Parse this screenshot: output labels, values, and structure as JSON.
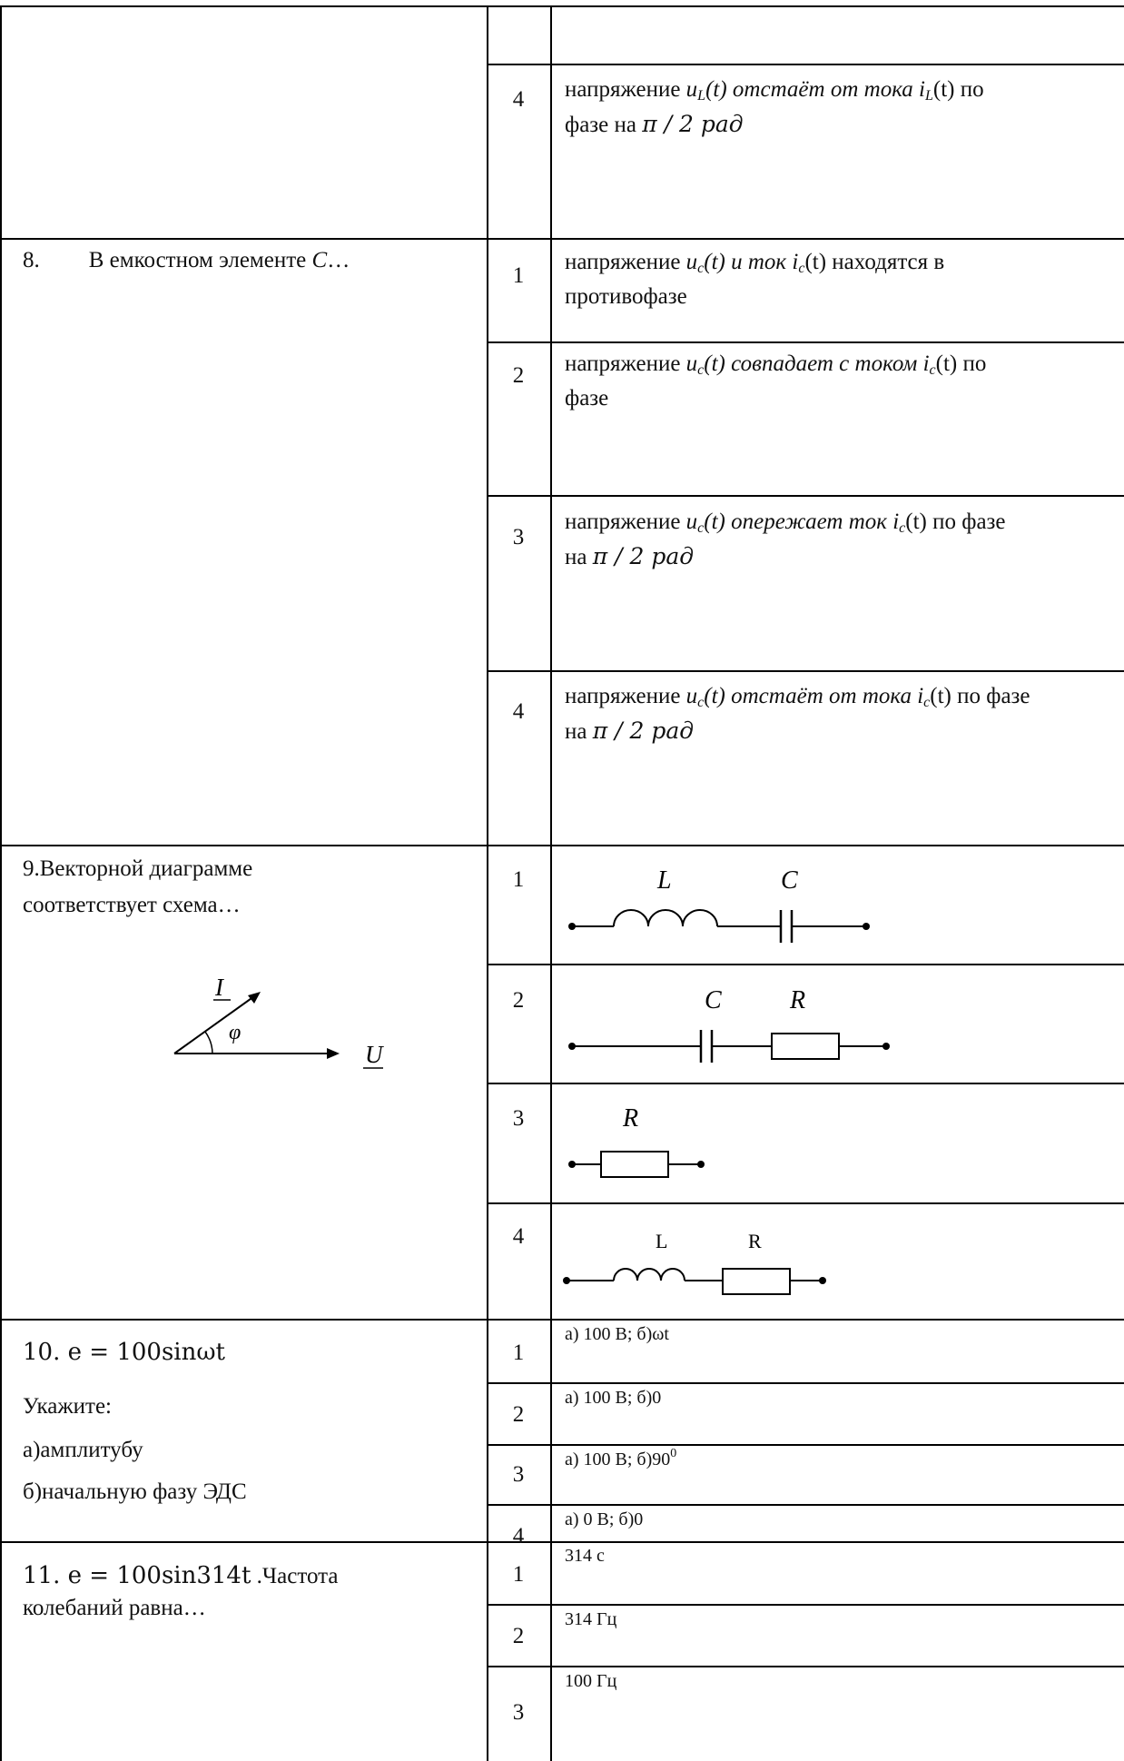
{
  "rows": [
    {
      "q": "",
      "answers": [
        {
          "n": "4",
          "pre": "напряжение ",
          "u": "u",
          "us": "L",
          "mid": "(t) отстаёт от тока ",
          "i": "i",
          "is": "L",
          "post": "(t) по",
          "line2": "фазе на ",
          "math": "π / 2 рад"
        }
      ]
    },
    {
      "q_num": "8.",
      "q_text": "В емкостном элементе ",
      "q_var": "C",
      "q_end": "…",
      "answers": [
        {
          "n": "1",
          "pre": "напряжение ",
          "u": "u",
          "us": "c",
          "mid": "(t) и ток ",
          "i": "i",
          "is": "c",
          "post": "(t) находятся в",
          "line2": "противофазе",
          "math": ""
        },
        {
          "n": "2",
          "pre": "напряжение ",
          "u": "u",
          "us": "c",
          "mid": "(t) совпадает с током ",
          "i": "i",
          "is": "c",
          "post": "(t) по",
          "line2": "фазе",
          "math": ""
        },
        {
          "n": "3",
          "pre": "напряжение ",
          "u": "u",
          "us": "c",
          "mid": "(t) опережает ток ",
          "i": "i",
          "is": "c",
          "post": "(t) по фазе",
          "line2": "на ",
          "math": "π / 2 рад"
        },
        {
          "n": "4",
          "pre": "напряжение ",
          "u": "u",
          "us": "c",
          "mid": "(t) отстаёт от тока ",
          "i": "i",
          "is": "c",
          "post": "(t) по фазе",
          "line2": "на ",
          "math": "π / 2 рад"
        }
      ]
    },
    {
      "q_line1": "9.Векторной диаграмме",
      "q_line2": "соответствует схема…",
      "diagram": {
        "I": "I",
        "phi": "φ",
        "U": "U"
      },
      "answers": [
        {
          "n": "1",
          "labels": [
            "L",
            "C"
          ]
        },
        {
          "n": "2",
          "labels": [
            "C",
            "R"
          ]
        },
        {
          "n": "3",
          "labels": [
            "R"
          ]
        },
        {
          "n": "4",
          "labels": [
            "L",
            "R"
          ]
        }
      ]
    },
    {
      "q_formula": "10. e = 100sinωt",
      "q_line2": "Укажите:",
      "q_line3": "а)амплитубу",
      "q_line4": "б)начальную фазу ЭДС",
      "answers": [
        {
          "n": "1",
          "text": "а) 100 В; б)ωt"
        },
        {
          "n": "2",
          "text": "а) 100 В; б)0"
        },
        {
          "n": "3",
          "text": "а) 100 В; б)90",
          "sup": "0"
        },
        {
          "n": "4",
          "text": "а) 0 В; б)0"
        }
      ]
    },
    {
      "q_formula": "11. e = 100sin314t",
      "q_after": " .Частота",
      "q_line2": "колебаний равна…",
      "answers": [
        {
          "n": "1",
          "text": "314 с"
        },
        {
          "n": "2",
          "text": "314 Гц"
        },
        {
          "n": "3",
          "text": "100 Гц"
        }
      ]
    }
  ]
}
